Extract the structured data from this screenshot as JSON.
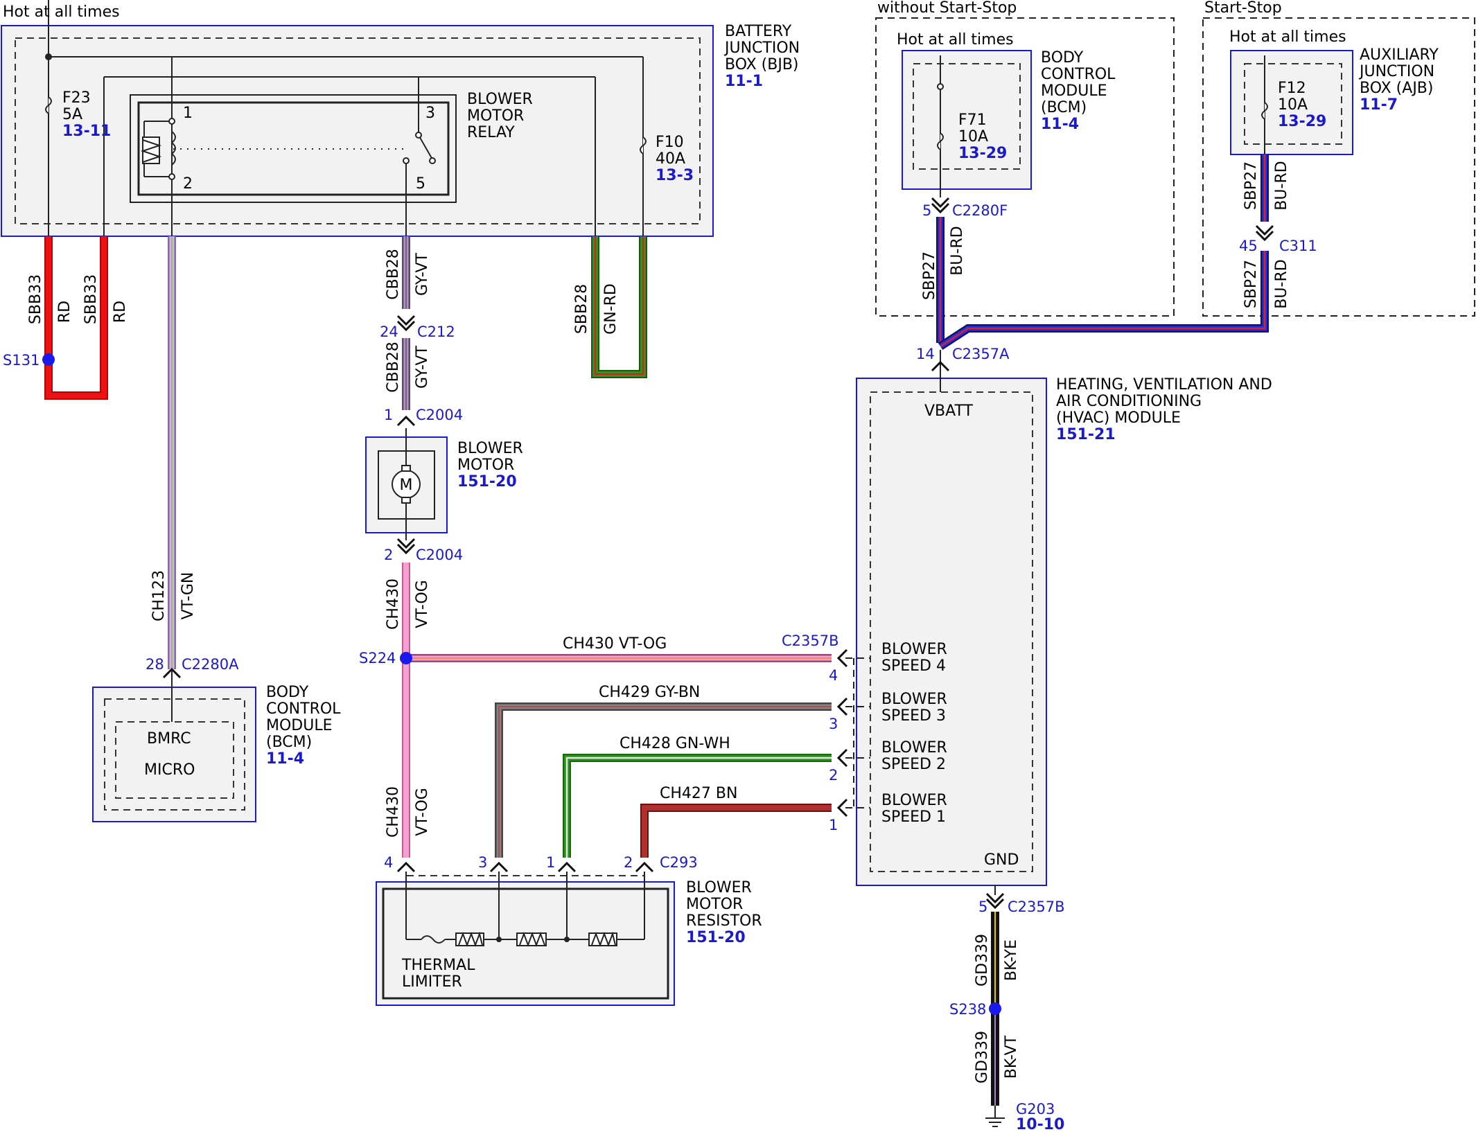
{
  "bjb": {
    "hot_label": "Hot at all times",
    "name1": "BATTERY",
    "name2": "JUNCTION",
    "name3": "BOX (BJB)",
    "ref": "11-1",
    "f23_name": "F23",
    "f23_amp": "5A",
    "f23_ref": "13-11",
    "f10_name": "F10",
    "f10_amp": "40A",
    "f10_ref": "13-3"
  },
  "relay": {
    "name1": "BLOWER",
    "name2": "MOTOR",
    "name3": "RELAY",
    "pin1": "1",
    "pin2": "2",
    "pin3": "3",
    "pin5": "5"
  },
  "without_ss": {
    "header": "without Start-Stop",
    "hot_label": "Hot at all times",
    "name1": "BODY",
    "name2": "CONTROL",
    "name3": "MODULE",
    "name4": "(BCM)",
    "ref": "11-4",
    "fuse_name": "F71",
    "fuse_amp": "10A",
    "fuse_ref": "13-29",
    "pin": "5",
    "conn": "C2280F",
    "circuit": "SBP27",
    "color": "BU-RD"
  },
  "with_ss": {
    "header": "Start-Stop",
    "hot_label": "Hot at all times",
    "name1": "AUXILIARY",
    "name2": "JUNCTION",
    "name3": "BOX (AJB)",
    "ref": "11-7",
    "fuse_name": "F12",
    "fuse_amp": "10A",
    "fuse_ref": "13-29",
    "circuit_top": "SBP27",
    "color_top": "BU-RD",
    "pin": "45",
    "conn": "C311",
    "circuit_bot": "SBP27",
    "color_bot": "BU-RD"
  },
  "wires": {
    "sbb33_a": "SBB33",
    "rd_a": "RD",
    "sbb33_b": "SBB33",
    "rd_b": "RD",
    "s131": "S131",
    "ch123": "CH123",
    "vt_gn": "VT-GN",
    "cbb28_a": "CBB28",
    "gy_vt_a": "GY-VT",
    "c212_pin": "24",
    "c212": "C212",
    "cbb28_b": "CBB28",
    "gy_vt_b": "GY-VT",
    "c2004_top_pin": "1",
    "c2004_top": "C2004",
    "sbb28": "SBB28",
    "gn_rd": "GN-RD",
    "c2004_bot_pin": "2",
    "c2004_bot": "C2004",
    "ch430_a": "CH430",
    "vt_og_a": "VT-OG",
    "s224": "S224",
    "ch430_b": "CH430",
    "vt_og_b": "VT-OG",
    "ch430_h": "CH430  VT-OG",
    "ch429_h": "CH429  GY-BN",
    "ch428_h": "CH428  GN-WH",
    "ch427_h": "CH427  BN",
    "c2357a_pin": "14",
    "c2357a": "C2357A",
    "c2357b": "C2357B",
    "pin4": "4",
    "pin3": "3",
    "pin2": "2",
    "pin1": "1",
    "c2280a_pin": "28",
    "c2280a": "C2280A",
    "c293_p4": "4",
    "c293_p3": "3",
    "c293_p1": "1",
    "c293_p2": "2",
    "c293": "C293",
    "gnd_pin": "5",
    "gnd_conn": "C2357B",
    "gd339_a": "GD339",
    "bk_ye": "BK-YE",
    "s238": "S238",
    "gd339_b": "GD339",
    "bk_vt": "BK-VT",
    "g203": "G203",
    "g203_ref": "10-10"
  },
  "blower_motor": {
    "name1": "BLOWER",
    "name2": "MOTOR",
    "ref": "151-20",
    "symbol": "M"
  },
  "bcm_left": {
    "name1": "BODY",
    "name2": "CONTROL",
    "name3": "MODULE",
    "name4": "(BCM)",
    "ref": "11-4",
    "inner1": "BMRC",
    "inner2": "MICRO"
  },
  "resistor": {
    "name1": "BLOWER",
    "name2": "MOTOR",
    "name3": "RESISTOR",
    "ref": "151-20",
    "limiter1": "THERMAL",
    "limiter2": "LIMITER"
  },
  "hvac": {
    "name1": "HEATING, VENTILATION AND",
    "name2": "AIR CONDITIONING",
    "name3": "(HVAC) MODULE",
    "ref": "151-21",
    "vbatt": "VBATT",
    "gnd": "GND",
    "s4a": "BLOWER",
    "s4b": "SPEED 4",
    "s3a": "BLOWER",
    "s3b": "SPEED 3",
    "s2a": "BLOWER",
    "s2b": "SPEED 2",
    "s1a": "BLOWER",
    "s1b": "SPEED 1"
  },
  "colors": {
    "red": "#ee1111",
    "violet_green": "#c9a0d8",
    "gray_violet": "#8a6f9a",
    "green": "#2a7d1a",
    "pink": "#f08cc8",
    "gray_brown": "#7a6a66",
    "brown": "#a52222",
    "blue": "#2a2acc",
    "black": "#111111",
    "yellow": "#e8c800",
    "module_fill": "#f2f2f2",
    "module_border": "#1a1acc"
  }
}
